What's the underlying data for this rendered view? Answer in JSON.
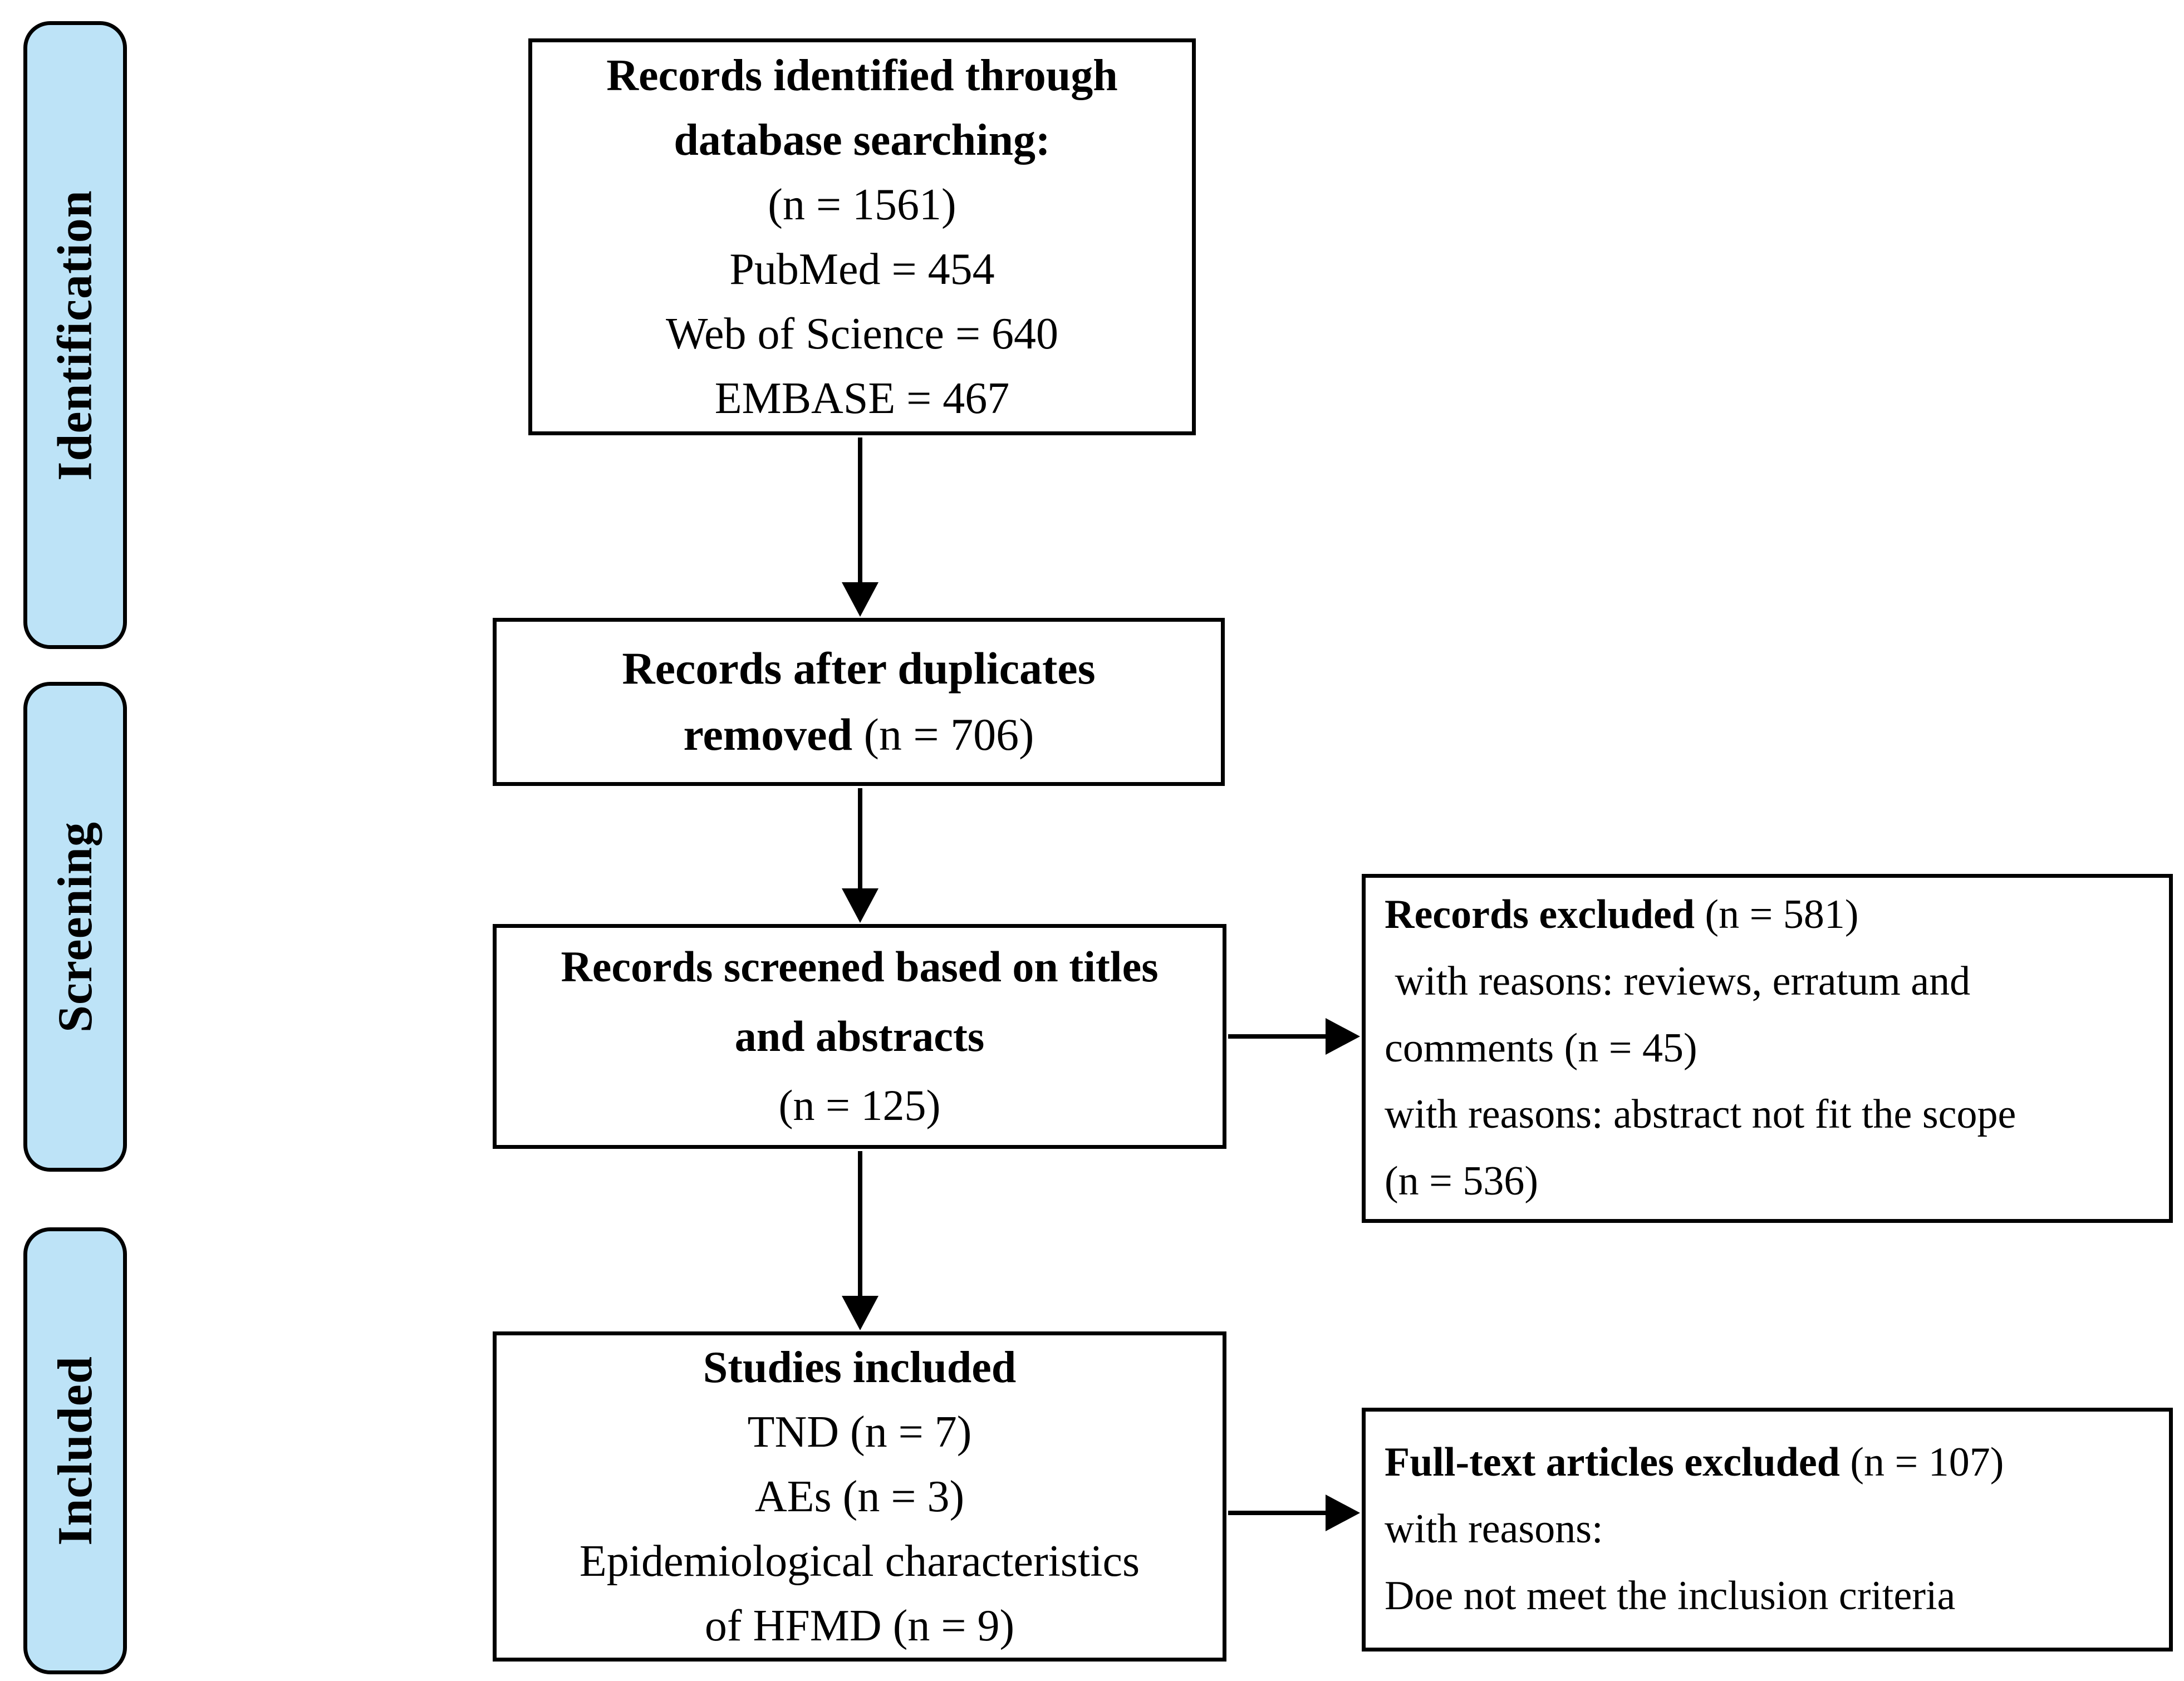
{
  "figure": {
    "kind": "study-selection-flow-diagram"
  },
  "colors": {
    "stage_fill": "#bde3f7",
    "node_fill": "#ffffff",
    "border": "#000000",
    "arrow": "#000000",
    "background": "#ffffff"
  },
  "stages": {
    "identification": "Identification",
    "screening": "Screening",
    "included": "Included"
  },
  "boxes": {
    "identified": {
      "bold1": "Records identified through",
      "bold2": "database searching:",
      "n": "(n = 1561)",
      "pubmed": "PubMed = 454",
      "wos": "Web of Science = 640",
      "embase": "EMBASE = 467"
    },
    "duplicates": {
      "bold1": "Records after duplicates",
      "bold2": "removed",
      "tail2": " (n = 706)"
    },
    "screened": {
      "bold1": "Records screened based on titles",
      "bold2": "and abstracts",
      "n": "(n = 125)"
    },
    "studies": {
      "bold1": "Studies included",
      "tnd": "TND (n = 7)",
      "aes": "AEs (n = 3)",
      "epi1": "Epidemiological characteristics",
      "epi2": "of HFMD (n = 9)"
    },
    "records_excluded": {
      "bold": "Records excluded",
      "tail": " (n = 581)",
      "line2": " with reasons: reviews, erratum and",
      "line3": "comments (n = 45)",
      "line4": "with reasons: abstract not fit the scope",
      "line5": "(n = 536)"
    },
    "fulltext_excluded": {
      "bold": "Full-text articles excluded",
      "tail": " (n = 107)",
      "line2": "with reasons:",
      "line3": "Doe not meet the inclusion criteria"
    }
  },
  "edges": [
    {
      "from": "identified",
      "to": "duplicates"
    },
    {
      "from": "duplicates",
      "to": "screened"
    },
    {
      "from": "screened",
      "to": "records_excluded"
    },
    {
      "from": "screened",
      "to": "studies"
    },
    {
      "from": "studies",
      "to": "fulltext_excluded"
    }
  ]
}
